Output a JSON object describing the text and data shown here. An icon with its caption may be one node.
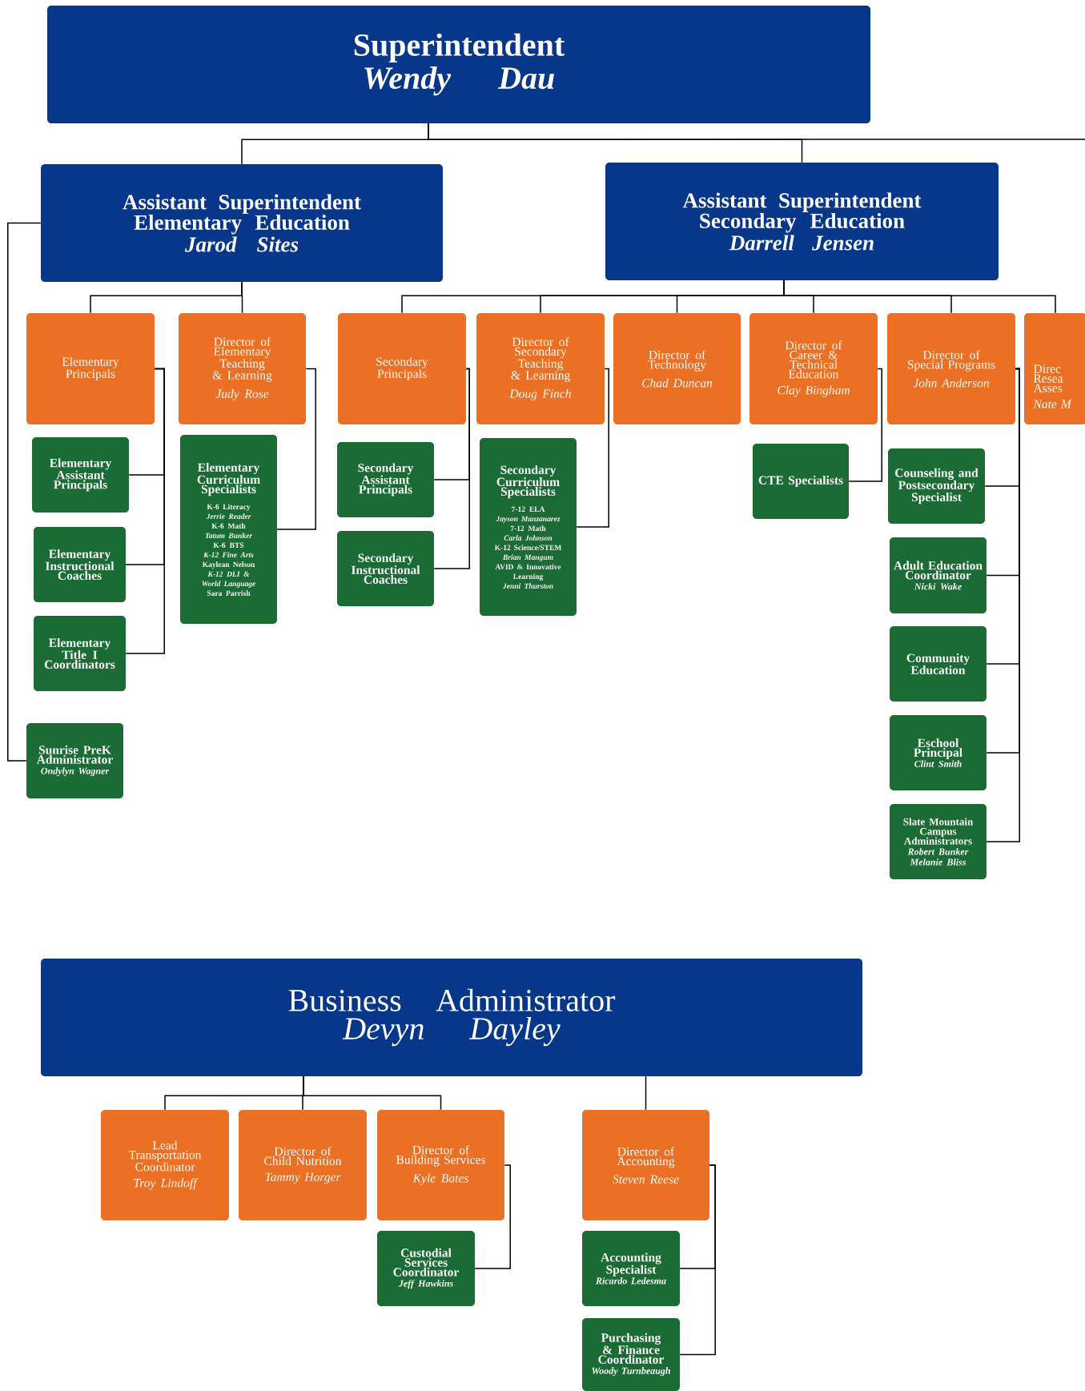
{
  "diagram": {
    "nodes": [
      {
        "text": [
          "Superintendent",
          "Wendy Dau"
        ]
      },
      {
        "text": [
          "Assistant Superintendent Elementary Education",
          "Jarod Sites"
        ]
      },
      {
        "text": [
          "Assistant Superintendent Secondary Education",
          "Darrell Jensen"
        ]
      },
      {
        "text": [
          "Elementary Principals"
        ]
      },
      {
        "text": [
          "Director of Elementary Teaching & Learning",
          "Judy Rose"
        ]
      },
      {
        "text": [
          "Secondary Principals"
        ]
      },
      {
        "text": [
          "Director of Secondary Teaching & Learning",
          "Doug Finch"
        ]
      },
      {
        "text": [
          "Director of Technology",
          "Chad Duncan"
        ]
      },
      {
        "text": [
          "Director of Career & Technical Education",
          "Clay Bingham"
        ]
      },
      {
        "text": [
          "Director of Special Programs",
          "John Anderson"
        ]
      },
      {
        "text": [
          "Direc Resea Asses",
          "Nate M"
        ]
      },
      {
        "text": [
          "Elementary Assistant Principals"
        ]
      },
      {
        "text": [
          "Elementary Instructional Coaches"
        ]
      },
      {
        "text": [
          "Elementary Title I Coordinators"
        ]
      },
      {
        "text": [
          "Sunrise PreK Administrator",
          "Ondylyn Wagner"
        ]
      },
      {
        "text": [
          "Elementary Curriculum Specialists",
          "K-6 Literacy",
          "Jerrie Reader",
          "K-6 Math",
          "Tatum Bunker",
          "K-6 BTS",
          "K-12 Fine Arts",
          "Kaylean Nelson",
          "K-12 DLI & World Language",
          "Sara Parrish"
        ]
      },
      {
        "text": [
          "Secondary Assistant Principals"
        ]
      },
      {
        "text": [
          "Secondary Instructional Coaches"
        ]
      },
      {
        "text": [
          "Secondary Curriculum Specialists",
          "7-12 ELA",
          "Jayson Manzanarez",
          "7-12 Math",
          "Carla Johnson",
          "K-12 Science/STEM",
          "Brian Mangum",
          "AVID & Innovative Learning",
          "Jenni Thurston"
        ]
      },
      {
        "text": [
          "CTE Specialists"
        ]
      },
      {
        "text": [
          "Counseling and Postsecondary Specialist"
        ]
      },
      {
        "text": [
          "Adult Education Coordinator",
          "Nicki Wake"
        ]
      },
      {
        "text": [
          "Community Education"
        ]
      },
      {
        "text": [
          "Eschool Principal",
          "Clint Smith"
        ]
      },
      {
        "text": [
          "Slate Mountain Campus Administrators",
          "Robert Bunker",
          "Melanie Bliss"
        ]
      },
      {
        "text": [
          "Business Administrator",
          "Devyn Dayley"
        ]
      },
      {
        "text": [
          "Lead Transportation Coordinator",
          "Troy Lindoff"
        ]
      },
      {
        "text": [
          "Director of Child Nutrition",
          "Tammy Horger"
        ]
      },
      {
        "text": [
          "Director of Building Services",
          "Kyle Bates"
        ]
      },
      {
        "text": [
          "Director of Accounting",
          "Steven Reese"
        ]
      },
      {
        "text": [
          "Custodial Services Coordinator",
          "Jeff Hawkins"
        ]
      },
      {
        "text": [
          "Accounting Specialist",
          "Ricardo Ledesma"
        ]
      },
      {
        "text": [
          "Purchasing & Finance Coordinator",
          "Woody Turnbeaugh"
        ]
      }
    ],
    "edges": [
      {
        "from": 0,
        "to": 1,
        "arrow": "none"
      },
      {
        "from": 0,
        "to": 2,
        "arrow": "none"
      },
      {
        "from": 0,
        "to": null,
        "arrow": "none"
      },
      {
        "from": 1,
        "to": 3,
        "arrow": "none"
      },
      {
        "from": 1,
        "to": 4,
        "arrow": "none"
      },
      {
        "from": 1,
        "to": 14,
        "arrow": "none"
      },
      {
        "from": 2,
        "to": 5,
        "arrow": "none"
      },
      {
        "from": 2,
        "to": 6,
        "arrow": "none"
      },
      {
        "from": 2,
        "to": 7,
        "arrow": "none"
      },
      {
        "from": 2,
        "to": 8,
        "arrow": "none"
      },
      {
        "from": 2,
        "to": 9,
        "arrow": "none"
      },
      {
        "from": 2,
        "to": 10,
        "arrow": "none"
      },
      {
        "from": 3,
        "to": 11,
        "arrow": "none"
      },
      {
        "from": 3,
        "to": 12,
        "arrow": "none"
      },
      {
        "from": 3,
        "to": 13,
        "arrow": "none"
      },
      {
        "from": 4,
        "to": 15,
        "arrow": "none"
      },
      {
        "from": 5,
        "to": 16,
        "arrow": "none"
      },
      {
        "from": 5,
        "to": 17,
        "arrow": "none"
      },
      {
        "from": 6,
        "to": 18,
        "arrow": "none"
      },
      {
        "from": 8,
        "to": 19,
        "arrow": "none"
      },
      {
        "from": 9,
        "to": 20,
        "arrow": "none"
      },
      {
        "from": 9,
        "to": 21,
        "arrow": "none"
      },
      {
        "from": 9,
        "to": 22,
        "arrow": "none"
      },
      {
        "from": 9,
        "to": 23,
        "arrow": "none"
      },
      {
        "from": 9,
        "to": 24,
        "arrow": "none"
      },
      {
        "from": 25,
        "to": 26,
        "arrow": "none"
      },
      {
        "from": 25,
        "to": 27,
        "arrow": "none"
      },
      {
        "from": 25,
        "to": 28,
        "arrow": "none"
      },
      {
        "from": 25,
        "to": 29,
        "arrow": "none"
      },
      {
        "from": 28,
        "to": 30,
        "arrow": "none"
      },
      {
        "from": 29,
        "to": 31,
        "arrow": "none"
      },
      {
        "from": 29,
        "to": 32,
        "arrow": "none"
      }
    ]
  }
}
